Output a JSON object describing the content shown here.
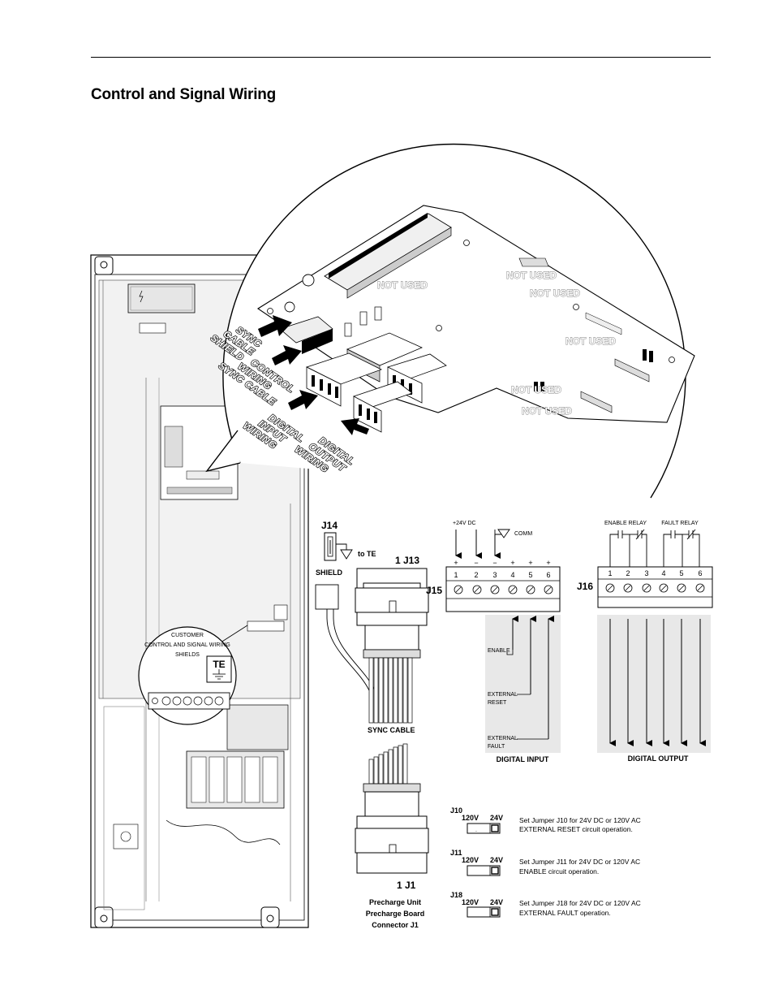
{
  "page": {
    "title": "Control and Signal Wiring"
  },
  "board": {
    "not_used_labels": [
      "NOT USED",
      "NOT USED",
      "NOT USED",
      "NOT USED",
      "NOT USED",
      "NOT USED"
    ],
    "callouts": {
      "sync_cable_shield": [
        "SYNC",
        "CABLE",
        "SHIELD"
      ],
      "control_wiring": [
        "CONTROL",
        "WIRING",
        "SYNC CABLE"
      ],
      "digital_input": [
        "DIGITAL",
        "INPUT",
        "WIRING"
      ],
      "digital_output": [
        "DIGITAL",
        "OUTPUT",
        "WIRING"
      ]
    }
  },
  "enclosure": {
    "te_title": [
      "CUSTOMER",
      "CONTROL AND SIGNAL WIRING",
      "SHIELDS"
    ],
    "te_label": "TE"
  },
  "sync": {
    "j14": "J14",
    "to_te": "to TE",
    "shield": "SHIELD",
    "j13": "1  J13",
    "sync_cable": "SYNC CABLE",
    "j1": "1   J1",
    "caption": [
      "Precharge Unit",
      "Precharge Board",
      "Connector J1"
    ]
  },
  "j15": {
    "label": "J15",
    "supply": "+24V DC",
    "comm": "COMM",
    "polarity": [
      "+",
      "−",
      "−",
      "+",
      "+",
      "+"
    ],
    "terminals": [
      "1",
      "2",
      "3",
      "4",
      "5",
      "6"
    ],
    "inputs": [
      "ENABLE",
      "EXTERNAL",
      "RESET",
      "EXTERNAL",
      "FAULT"
    ],
    "caption": "DIGITAL INPUT"
  },
  "j16": {
    "label": "J16",
    "enable_relay": "ENABLE RELAY",
    "fault_relay": "FAULT RELAY",
    "terminals": [
      "1",
      "2",
      "3",
      "4",
      "5",
      "6"
    ],
    "caption": "DIGITAL OUTPUT"
  },
  "jumpers": [
    {
      "id": "J10",
      "left": "120V",
      "right": "24V",
      "text": [
        "Set Jumper J10 for 24V DC or 120V AC",
        "EXTERNAL RESET circuit operation."
      ]
    },
    {
      "id": "J11",
      "left": "120V",
      "right": "24V",
      "text": [
        "Set Jumper J11 for 24V DC or 120V AC",
        "ENABLE circuit operation."
      ]
    },
    {
      "id": "J18",
      "left": "120V",
      "right": "24V",
      "text": [
        "Set Jumper J18 for 24V DC or 120V AC",
        "EXTERNAL FAULT operation."
      ]
    }
  ]
}
